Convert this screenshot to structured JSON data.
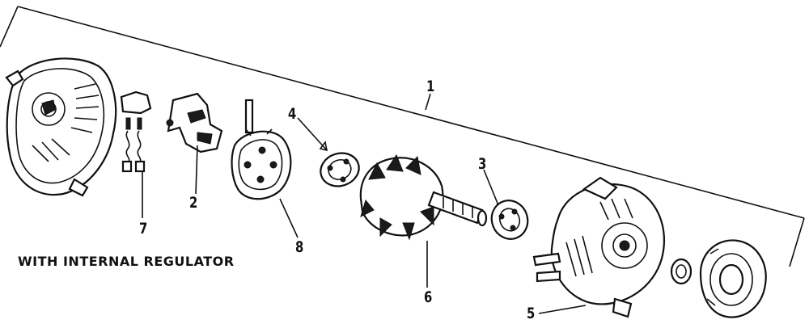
{
  "caption": "WITH INTERNAL REGULATOR",
  "callouts": {
    "c1": "1",
    "c2": "2",
    "c3": "3",
    "c4": "4",
    "c5": "5",
    "c6": "6",
    "c7": "7",
    "c8": "8"
  },
  "parts": [
    {
      "id": "rear-housing"
    },
    {
      "id": "brush-holder-7"
    },
    {
      "id": "regulator-2"
    },
    {
      "id": "rectifier-8"
    },
    {
      "id": "bearing-4"
    },
    {
      "id": "rotor-6"
    },
    {
      "id": "bearing-3"
    },
    {
      "id": "front-housing-5"
    },
    {
      "id": "spacer"
    },
    {
      "id": "pulley"
    }
  ]
}
